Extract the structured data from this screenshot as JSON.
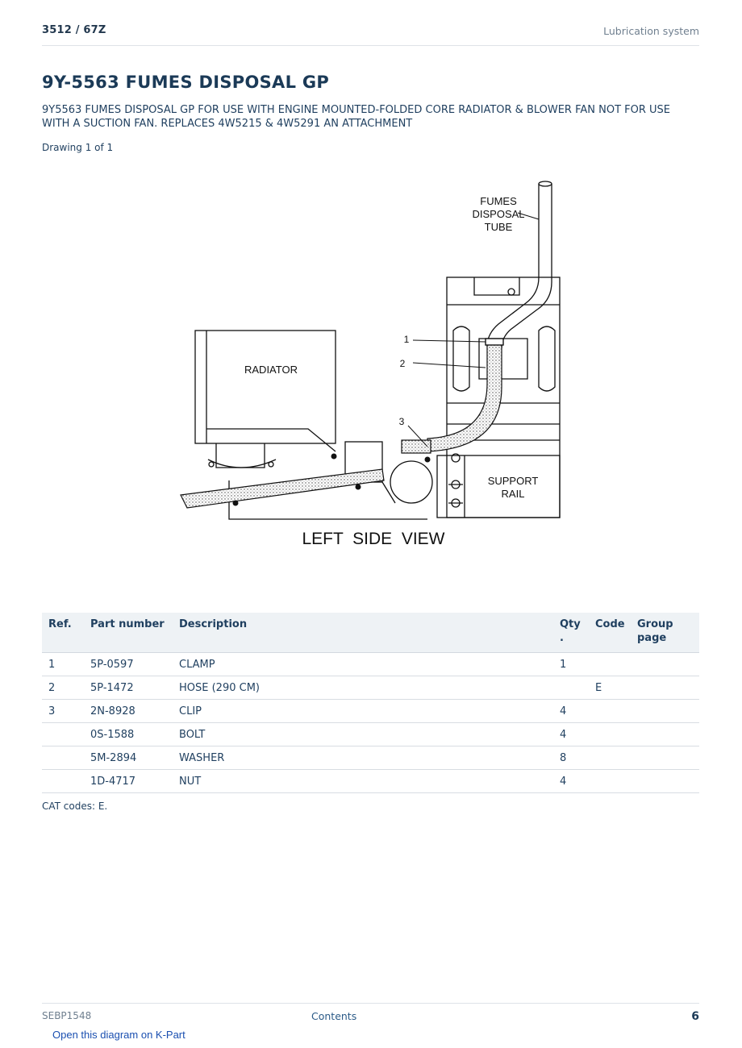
{
  "header": {
    "model": "3512  /  67Z",
    "section": "Lubrication system"
  },
  "title": "9Y-5563 FUMES DISPOSAL GP",
  "description": "9Y5563 FUMES DISPOSAL GP FOR USE WITH ENGINE MOUNTED-FOLDED CORE RADIATOR & BLOWER FAN NOT FOR USE WITH A SUCTION FAN. REPLACES 4W5215 & 4W5291 AN ATTACHMENT",
  "drawing_label": "Drawing 1 of 1",
  "diagram": {
    "labels": {
      "fumes": "FUMES",
      "disposal": "DISPOSAL",
      "tube": "TUBE",
      "radiator": "RADIATOR",
      "support": "SUPPORT",
      "rail": "RAIL",
      "view": "LEFT  SIDE  VIEW",
      "callout_1": "1",
      "callout_2": "2",
      "callout_3": "3"
    }
  },
  "table": {
    "headers": {
      "ref": "Ref.",
      "part_number": "Part number",
      "description": "Description",
      "qty": "Qty\n.",
      "code": "Code",
      "group_page": "Group page"
    },
    "rows": [
      {
        "ref": "1",
        "part_number": "5P-0597",
        "description": "CLAMP",
        "qty": "1",
        "code": "",
        "group_page": ""
      },
      {
        "ref": "2",
        "part_number": "5P-1472",
        "description": "HOSE (290 CM)",
        "qty": "",
        "code": "E",
        "group_page": ""
      },
      {
        "ref": "3",
        "part_number": "2N-8928",
        "description": "CLIP",
        "qty": "4",
        "code": "",
        "group_page": ""
      },
      {
        "ref": "",
        "part_number": "0S-1588",
        "description": "BOLT",
        "qty": "4",
        "code": "",
        "group_page": ""
      },
      {
        "ref": "",
        "part_number": "5M-2894",
        "description": "WASHER",
        "qty": "8",
        "code": "",
        "group_page": ""
      },
      {
        "ref": "",
        "part_number": "1D-4717",
        "description": "NUT",
        "qty": "4",
        "code": "",
        "group_page": ""
      }
    ]
  },
  "cat_codes": "CAT codes: E.",
  "footer": {
    "doc_id": "SEBP1548",
    "contents_link": "Contents",
    "page_number": "6",
    "kpart_link": "Open this diagram on K-Part"
  }
}
